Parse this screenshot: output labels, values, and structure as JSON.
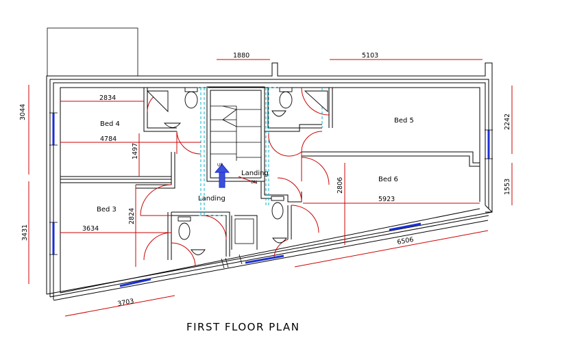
{
  "title": "FIRST FLOOR PLAN",
  "rooms": {
    "bed4": "Bed 4",
    "bed5": "Bed 5",
    "bed3": "Bed 3",
    "bed6": "Bed 6",
    "landing1": "Landing",
    "landing2": "Landing"
  },
  "stair_label": "UP",
  "stair_small": "DN",
  "dimensions": {
    "d1880": "1880",
    "d5103": "5103",
    "d3044": "3044",
    "d2834": "2834",
    "d4784": "4784",
    "d1497": "1497",
    "d2242": "2242",
    "d1553": "1553",
    "d2806": "2806",
    "d5923": "5923",
    "d2824": "2824",
    "d3634": "3634",
    "d3431": "3431",
    "d6506": "6506",
    "d3703": "3703"
  },
  "colors": {
    "dimension_lines": "#cc0000",
    "walls": "#000000",
    "windows": "#1a2fd6",
    "partitions": "#00b5c8"
  }
}
